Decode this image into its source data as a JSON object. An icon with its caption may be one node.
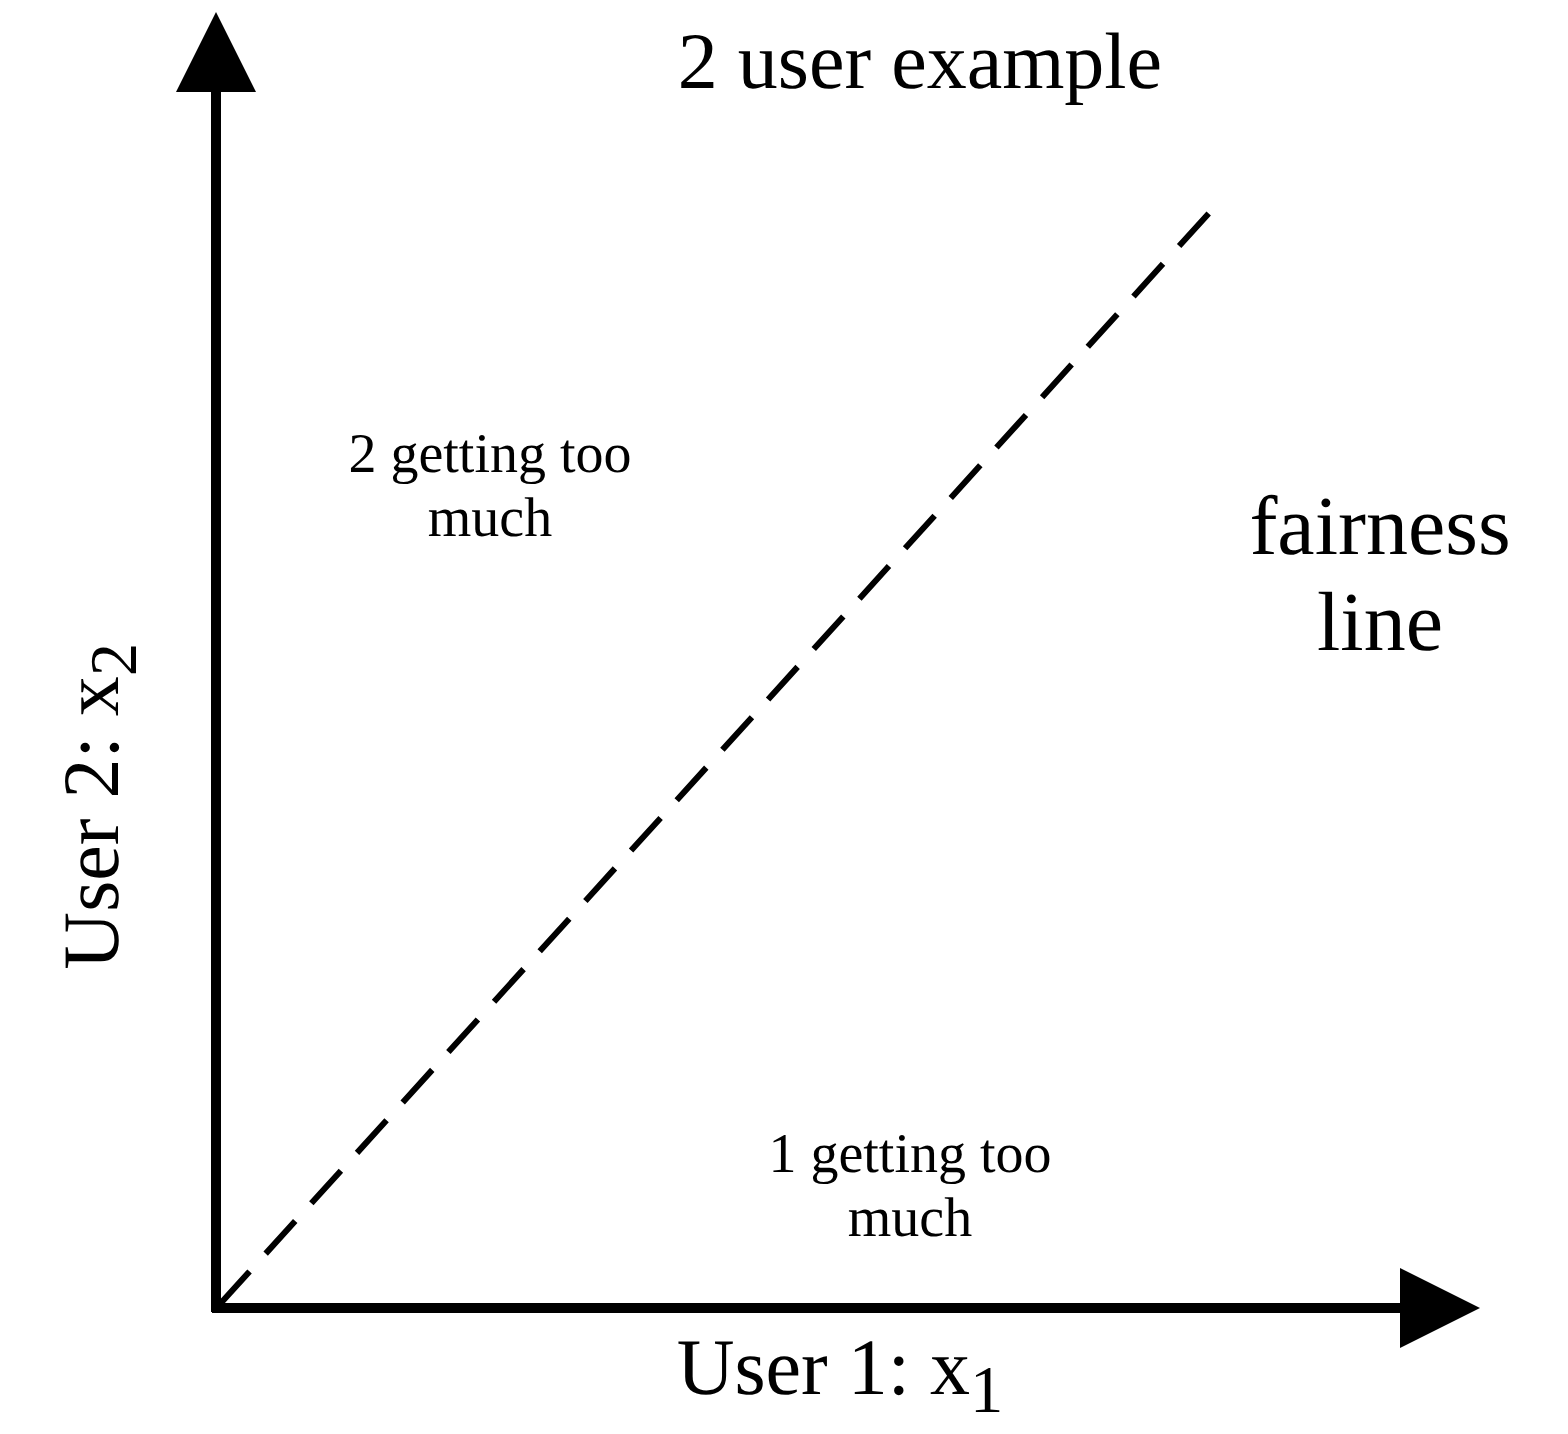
{
  "diagram": {
    "title": "2 user example",
    "labels": [
      "2 getting too much",
      "fairness line",
      "1 getting too much",
      "User 2: x$_{2}$",
      "User 1: x$_{1}$"
    ]
  }
}
